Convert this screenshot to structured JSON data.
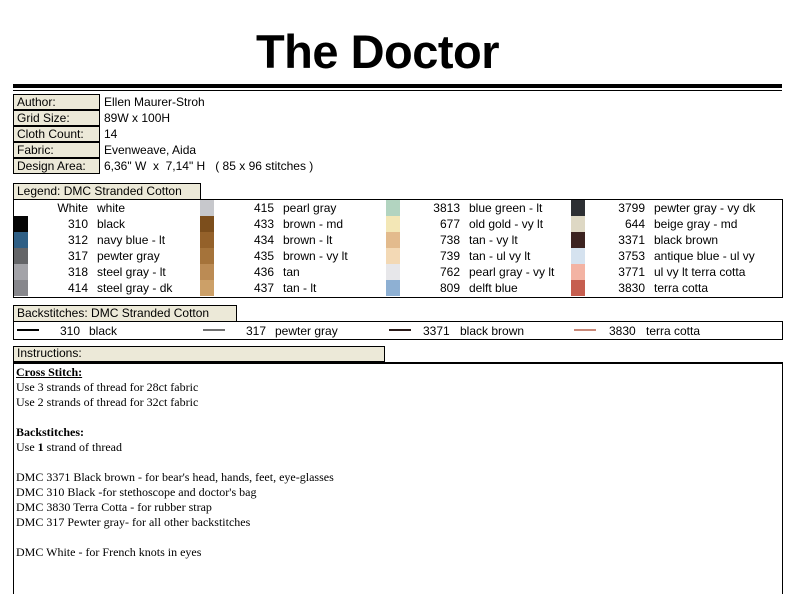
{
  "title": "The Doctor",
  "info": [
    {
      "label": "Author:",
      "value": "Ellen Maurer-Stroh"
    },
    {
      "label": "Grid Size:",
      "value": "89W x 100H"
    },
    {
      "label": "Cloth Count:",
      "value": "14"
    },
    {
      "label": "Fabric:",
      "value": "Evenweave, Aida"
    },
    {
      "label": "Design Area:",
      "value": "6,36\" W  x  7,14\" H   ( 85 x 96 stitches )"
    }
  ],
  "legend": {
    "header": "Legend: DMC Stranded Cotton",
    "columns": [
      [
        {
          "num": "White",
          "name": "white",
          "color": "#ffffff"
        },
        {
          "num": "310",
          "name": "black",
          "color": "#050505"
        },
        {
          "num": "312",
          "name": "navy blue - lt",
          "color": "#2f5f85"
        },
        {
          "num": "317",
          "name": "pewter gray",
          "color": "#646568"
        },
        {
          "num": "318",
          "name": "steel gray - lt",
          "color": "#a3a3a8"
        },
        {
          "num": "414",
          "name": "steel gray - dk",
          "color": "#87878c"
        }
      ],
      [
        {
          "num": "415",
          "name": "pearl gray",
          "color": "#c7c8cc"
        },
        {
          "num": "433",
          "name": "brown - md",
          "color": "#7c4e1c"
        },
        {
          "num": "434",
          "name": "brown - lt",
          "color": "#94612a"
        },
        {
          "num": "435",
          "name": "brown - vy lt",
          "color": "#a5733a"
        },
        {
          "num": "436",
          "name": "tan",
          "color": "#bb8b54"
        },
        {
          "num": "437",
          "name": "tan - lt",
          "color": "#cca068"
        }
      ],
      [
        {
          "num": "3813",
          "name": "blue green - lt",
          "color": "#b2d4c0"
        },
        {
          "num": "677",
          "name": "old gold - vy lt",
          "color": "#f3e7b6"
        },
        {
          "num": "738",
          "name": "tan - vy lt",
          "color": "#e3bb8d"
        },
        {
          "num": "739",
          "name": "tan - ul vy lt",
          "color": "#f3d9b5"
        },
        {
          "num": "762",
          "name": "pearl gray - vy lt",
          "color": "#e7e7ea"
        },
        {
          "num": "809",
          "name": "delft blue",
          "color": "#8eb0d3"
        }
      ],
      [
        {
          "num": "3799",
          "name": "pewter gray - vy dk",
          "color": "#2d2f33"
        },
        {
          "num": "644",
          "name": "beige gray - md",
          "color": "#ded8c4"
        },
        {
          "num": "3371",
          "name": "black brown",
          "color": "#3c2320"
        },
        {
          "num": "3753",
          "name": "antique blue - ul vy",
          "color": "#d5e2ef"
        },
        {
          "num": "3771",
          "name": "ul vy lt terra cotta",
          "color": "#f3b3a3"
        },
        {
          "num": "3830",
          "name": "terra cotta",
          "color": "#c65e4f"
        }
      ]
    ]
  },
  "backstitches": {
    "header": "Backstitches: DMC Stranded Cotton",
    "items": [
      {
        "num": "310",
        "name": "black",
        "color": "#000000"
      },
      {
        "num": "317",
        "name": "pewter gray",
        "color": "#707070"
      },
      {
        "num": "3371",
        "name": "black brown",
        "color": "#2a1a18"
      },
      {
        "num": "3830",
        "name": "terra cotta",
        "color": "#c98878"
      }
    ]
  },
  "instructions": {
    "header": "Instructions:",
    "cross_stitch_title": "Cross Stitch:",
    "cross_stitch_lines": [
      "Use 3 strands of thread for 28ct fabric",
      "Use 2 strands of thread for 32ct fabric"
    ],
    "backstitch_title": "Backstitches:",
    "backstitch_line_prefix": "Use ",
    "backstitch_line_bold": "1",
    "backstitch_line_suffix": " strand of thread",
    "usage_lines": [
      "DMC 3371 Black brown - for bear's head, hands, feet, eye-glasses",
      "DMC 310 Black -for stethoscope and doctor's bag",
      "DMC 3830 Terra Cotta - for rubber strap",
      "DMC 317 Pewter gray- for all other backstitches"
    ],
    "final_line": "DMC White - for French knots in eyes"
  }
}
